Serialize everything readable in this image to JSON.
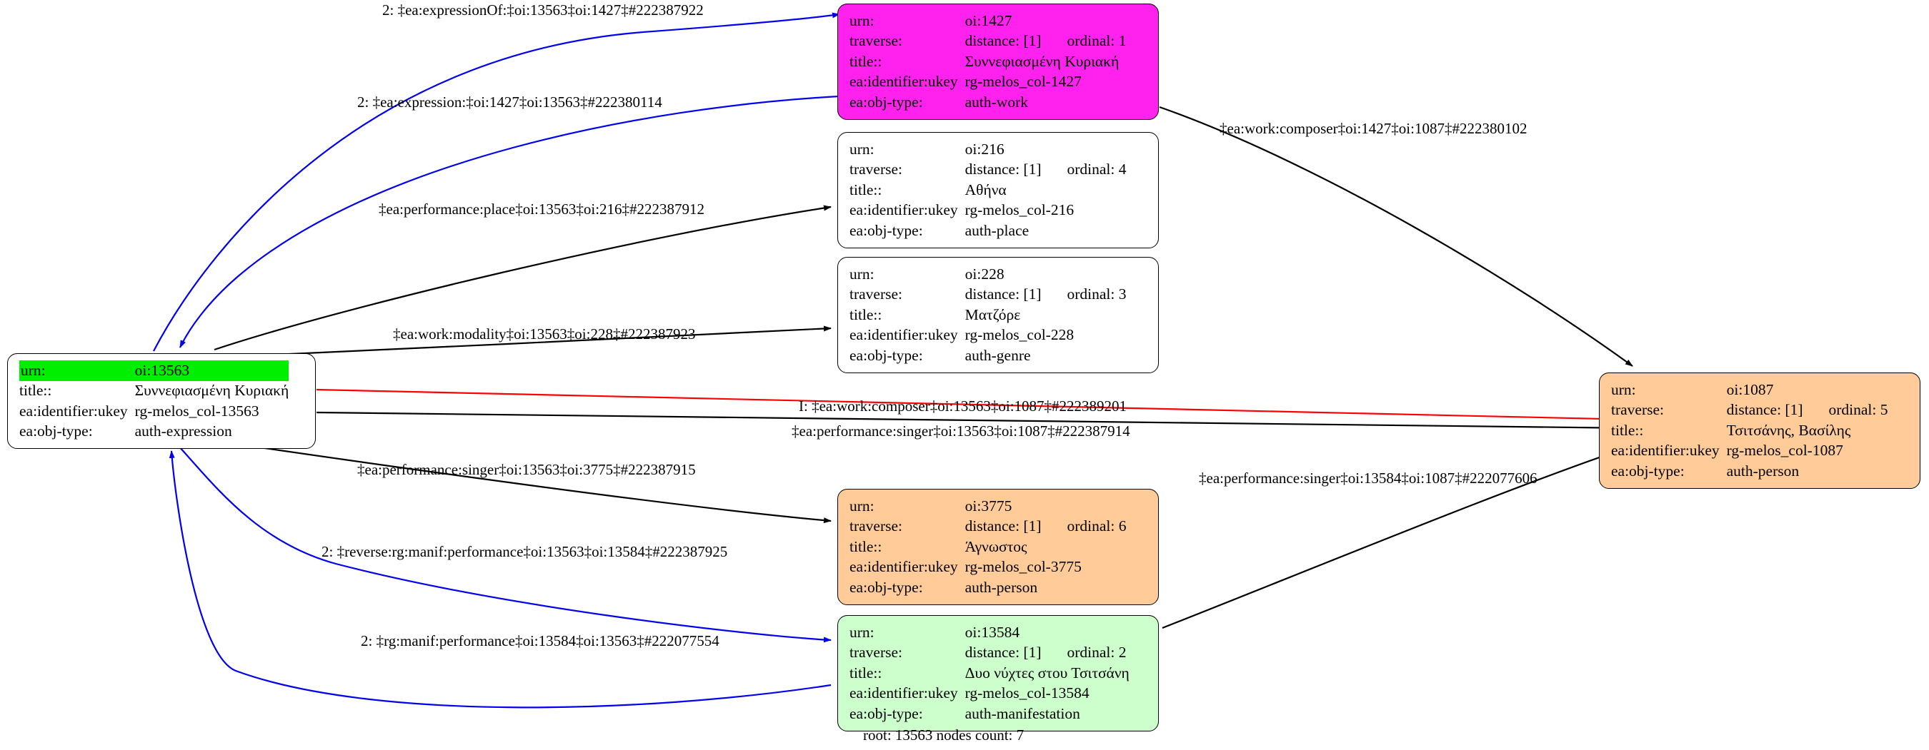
{
  "caption": "root: 13563 nodes count: 7",
  "colors": {
    "root_fill": "#ff88ff",
    "work_fill": "#ff22ee",
    "plain_fill": "#ffffff",
    "person_fill": "#ffcc99",
    "manifestation_fill": "#ccffcc",
    "highlight_fill": "#00ee00",
    "edge_default": "#000000",
    "edge_reverse": "#0000ee",
    "edge_alert": "#ff0000"
  },
  "field_labels": {
    "urn": "urn:",
    "traverse": "traverse:",
    "title": "title::",
    "ukey": "ea:identifier:ukey",
    "objtype": "ea:obj-type:"
  },
  "nodes": [
    {
      "id": "root-13563",
      "urn": "oi:13563",
      "traverse": "",
      "ordinal": "",
      "title": "Συννεφιασμένη Κυριακή",
      "ukey": "rg-melos_col-13563",
      "objtype": "auth-expression",
      "fill": "#ff88ff",
      "highlight_urn": true,
      "has_traverse": false
    },
    {
      "id": "node-1427",
      "urn": "oi:1427",
      "traverse": "distance: [1]",
      "ordinal": "ordinal: 1",
      "title": "Συννεφιασμένη Κυριακή",
      "ukey": "rg-melos_col-1427",
      "objtype": "auth-work",
      "fill": "#ff22ee",
      "highlight_urn": false,
      "has_traverse": true
    },
    {
      "id": "node-216",
      "urn": "oi:216",
      "traverse": "distance: [1]",
      "ordinal": "ordinal: 4",
      "title": "Αθήνα",
      "ukey": "rg-melos_col-216",
      "objtype": "auth-place",
      "fill": "#ffffff",
      "highlight_urn": false,
      "has_traverse": true
    },
    {
      "id": "node-228",
      "urn": "oi:228",
      "traverse": "distance: [1]",
      "ordinal": "ordinal: 3",
      "title": "Ματζόρε",
      "ukey": "rg-melos_col-228",
      "objtype": "auth-genre",
      "fill": "#ffffff",
      "highlight_urn": false,
      "has_traverse": true
    },
    {
      "id": "node-1087",
      "urn": "oi:1087",
      "traverse": "distance: [1]",
      "ordinal": "ordinal: 5",
      "title": "Τσιτσάνης, Βασίλης",
      "ukey": "rg-melos_col-1087",
      "objtype": "auth-person",
      "fill": "#ffcc99",
      "highlight_urn": false,
      "has_traverse": true
    },
    {
      "id": "node-3775",
      "urn": "oi:3775",
      "traverse": "distance: [1]",
      "ordinal": "ordinal: 6",
      "title": "Άγνωστος",
      "ukey": "rg-melos_col-3775",
      "objtype": "auth-person",
      "fill": "#ffcc99",
      "highlight_urn": false,
      "has_traverse": true
    },
    {
      "id": "node-13584",
      "urn": "oi:13584",
      "traverse": "distance: [1]",
      "ordinal": "ordinal: 2",
      "title": "Δυο νύχτες στου Τσιτσάνη",
      "ukey": "rg-melos_col-13584",
      "objtype": "auth-manifestation",
      "fill": "#ccffcc",
      "highlight_urn": false,
      "has_traverse": true
    }
  ],
  "edges": [
    {
      "id": "e1",
      "label": "2: ‡ea:expressionOf:‡oi:13563‡oi:1427‡#222387922",
      "color": "#0000ee"
    },
    {
      "id": "e2",
      "label": "2: ‡ea:expression:‡oi:1427‡oi:13563‡#222380114",
      "color": "#0000ee"
    },
    {
      "id": "e3",
      "label": "‡ea:performance:place‡oi:13563‡oi:216‡#222387912",
      "color": "#000000"
    },
    {
      "id": "e4",
      "label": "‡ea:work:modality‡oi:13563‡oi:228‡#222387923",
      "color": "#000000"
    },
    {
      "id": "e5",
      "label": "‡ea:work:composer‡oi:1427‡oi:1087‡#222380102",
      "color": "#000000"
    },
    {
      "id": "e6",
      "label": "I: ‡ea:work:composer‡oi:13563‡oi:1087‡#222389201",
      "color": "#ff0000"
    },
    {
      "id": "e7",
      "label": "‡ea:performance:singer‡oi:13563‡oi:1087‡#222387914",
      "color": "#000000"
    },
    {
      "id": "e8",
      "label": "‡ea:performance:singer‡oi:13563‡oi:3775‡#222387915",
      "color": "#000000"
    },
    {
      "id": "e9",
      "label": "2: ‡reverse:rg:manif:performance‡oi:13563‡oi:13584‡#222387925",
      "color": "#0000ee"
    },
    {
      "id": "e10",
      "label": "2: ‡rg:manif:performance‡oi:13584‡oi:13563‡#222077554",
      "color": "#0000ee"
    },
    {
      "id": "e11",
      "label": "‡ea:performance:singer‡oi:13584‡oi:1087‡#222077606",
      "color": "#000000"
    }
  ]
}
